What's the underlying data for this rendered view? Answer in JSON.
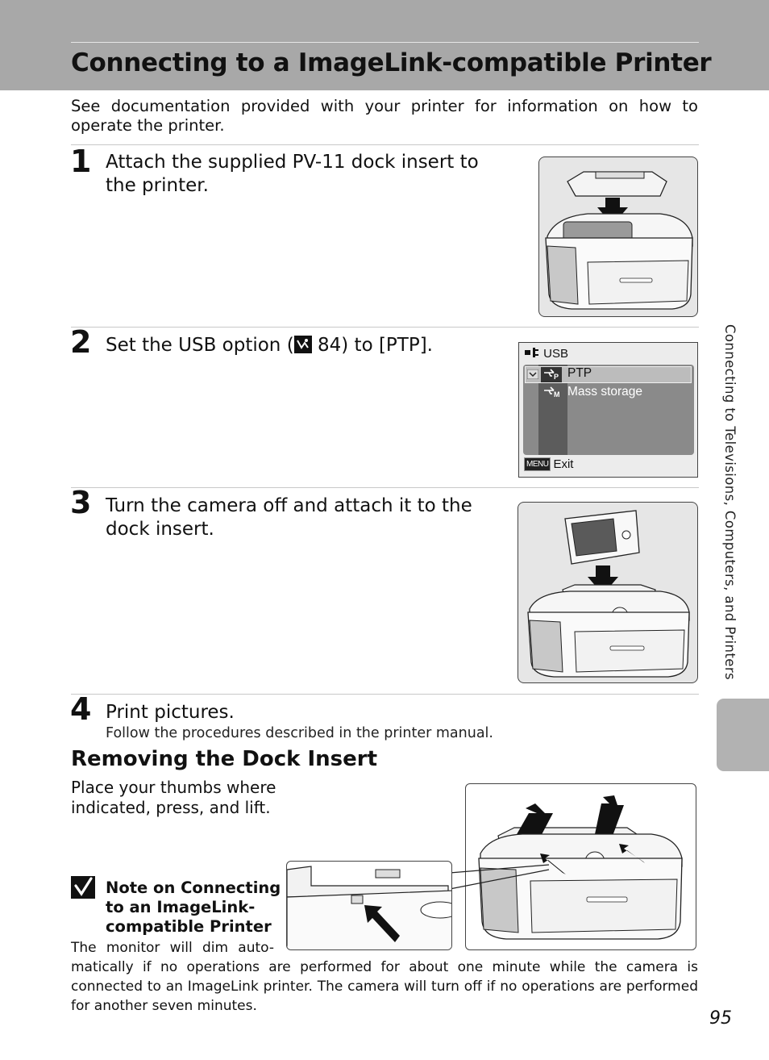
{
  "page": {
    "title": "Connecting to a ImageLink-compatible Printer",
    "intro": "See documentation provided with your printer for information on how to operate the printer.",
    "side_tab": "Connecting to Televisions, Computers, and Printers",
    "page_number": "95"
  },
  "steps": [
    {
      "number": "1",
      "text": "Attach the supplied PV-11 dock insert to the printer."
    },
    {
      "number": "2",
      "text_before": "Set the USB option (",
      "ref_icon": "reference-icon",
      "text_after": " 84) to [PTP]."
    },
    {
      "number": "3",
      "text": "Turn the camera off and attach it to the dock insert."
    },
    {
      "number": "4",
      "text": "Print pictures.",
      "sub": "Follow the procedures described in the printer manual."
    }
  ],
  "usb_menu": {
    "title": "USB",
    "options": [
      "PTP",
      "Mass storage"
    ],
    "selected": "PTP",
    "exit_button": "MENU",
    "exit_label": "Exit"
  },
  "removing": {
    "heading": "Removing the Dock Insert",
    "text": "Place your thumbs where indicated, press, and lift."
  },
  "note": {
    "title": "Note on Connecting to an ImageLink-compatible Printer",
    "body_line1": "The monitor will dim auto-",
    "body_rest": "matically if no operations are performed for about one minute while the camera is connected to an ImageLink printer. The camera will turn off if no operations are performed for another seven minutes."
  },
  "usb_icon_letters": {
    "ptp": "P",
    "mass": "M"
  }
}
